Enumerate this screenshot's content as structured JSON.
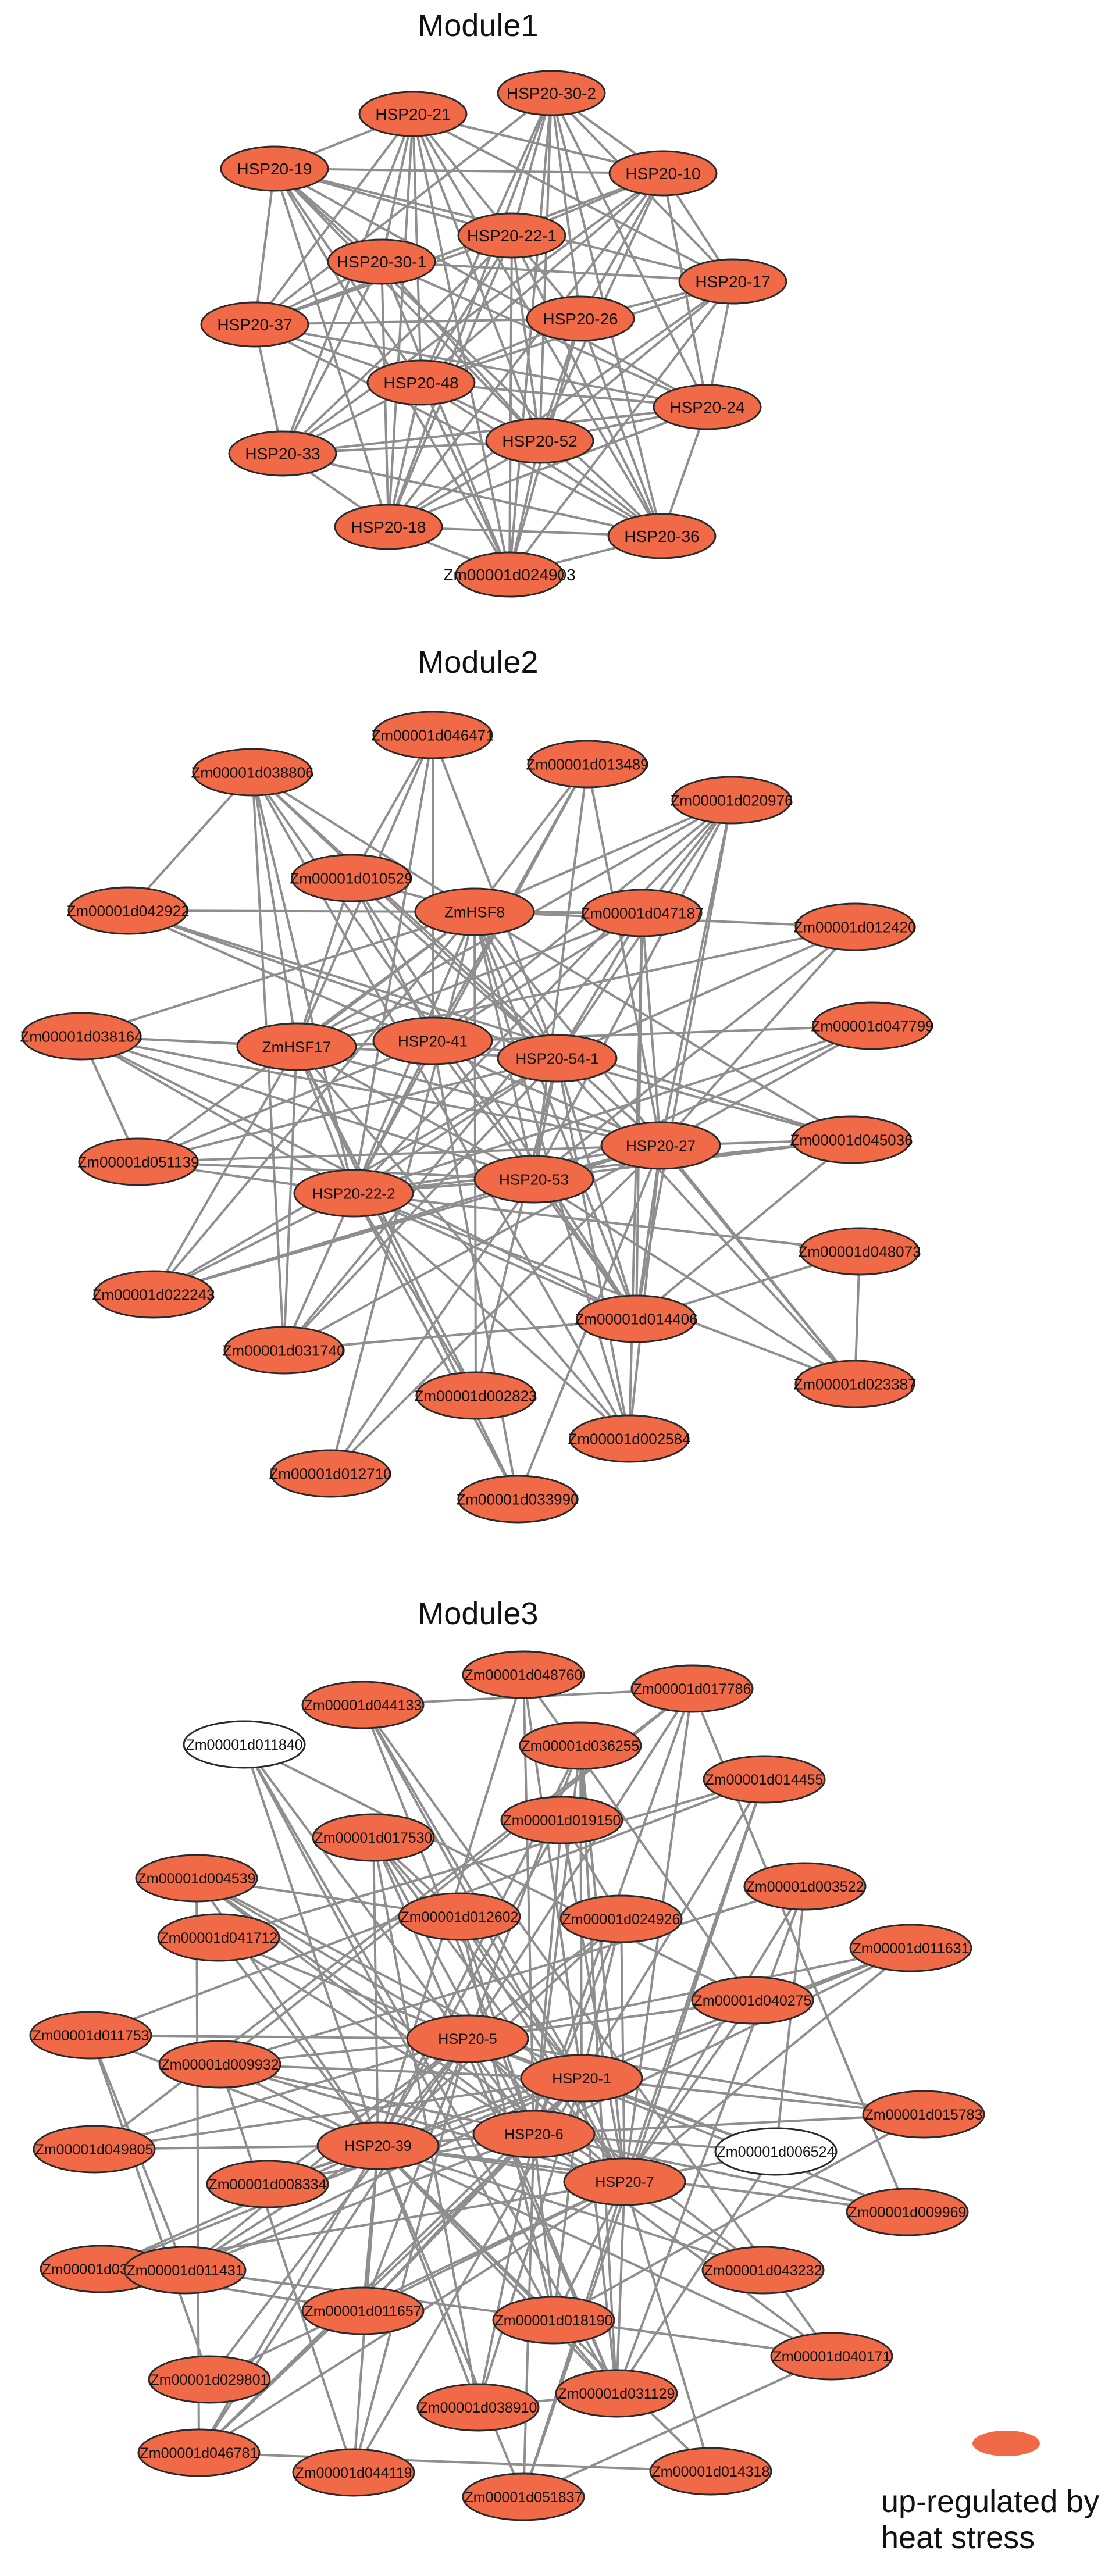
{
  "colors": {
    "up": "#F06A47",
    "none": "#FFFFFF",
    "edge": "#8E8E8E",
    "node_stroke": "#2A2A2A"
  },
  "legend": {
    "label_line1": "up-regulated by",
    "label_line2": "heat stress"
  },
  "modules": [
    {
      "title": "Module1",
      "nodes": [
        {
          "id": "HSP20-30-2",
          "up": true
        },
        {
          "id": "HSP20-21",
          "up": true
        },
        {
          "id": "HSP20-19",
          "up": true
        },
        {
          "id": "HSP20-10",
          "up": true
        },
        {
          "id": "HSP20-22-1",
          "up": true
        },
        {
          "id": "HSP20-30-1",
          "up": true
        },
        {
          "id": "HSP20-17",
          "up": true
        },
        {
          "id": "HSP20-37",
          "up": true
        },
        {
          "id": "HSP20-26",
          "up": true
        },
        {
          "id": "HSP20-48",
          "up": true
        },
        {
          "id": "HSP20-24",
          "up": true
        },
        {
          "id": "HSP20-52",
          "up": true
        },
        {
          "id": "HSP20-33",
          "up": true
        },
        {
          "id": "HSP20-18",
          "up": true
        },
        {
          "id": "HSP20-36",
          "up": true
        },
        {
          "id": "Zm00001d024903",
          "up": true
        }
      ]
    },
    {
      "title": "Module2",
      "nodes": [
        {
          "id": "Zm00001d046471",
          "up": true
        },
        {
          "id": "Zm00001d038806",
          "up": true
        },
        {
          "id": "Zm00001d013489",
          "up": true
        },
        {
          "id": "Zm00001d020976",
          "up": true
        },
        {
          "id": "Zm00001d010529",
          "up": true
        },
        {
          "id": "ZmHSF8",
          "up": true
        },
        {
          "id": "Zm00001d047187",
          "up": true
        },
        {
          "id": "Zm00001d042922",
          "up": true
        },
        {
          "id": "Zm00001d012420",
          "up": true
        },
        {
          "id": "Zm00001d038164",
          "up": true
        },
        {
          "id": "ZmHSF17",
          "up": true
        },
        {
          "id": "HSP20-41",
          "up": true
        },
        {
          "id": "HSP20-54-1",
          "up": true
        },
        {
          "id": "Zm00001d047799",
          "up": true
        },
        {
          "id": "Zm00001d051139",
          "up": true
        },
        {
          "id": "HSP20-27",
          "up": true
        },
        {
          "id": "Zm00001d045036",
          "up": true
        },
        {
          "id": "HSP20-22-2",
          "up": true
        },
        {
          "id": "HSP20-53",
          "up": true
        },
        {
          "id": "Zm00001d048073",
          "up": true
        },
        {
          "id": "Zm00001d022243",
          "up": true
        },
        {
          "id": "Zm00001d014406",
          "up": true
        },
        {
          "id": "Zm00001d031740",
          "up": true
        },
        {
          "id": "Zm00001d002823",
          "up": true
        },
        {
          "id": "Zm00001d023387",
          "up": true
        },
        {
          "id": "Zm00001d002584",
          "up": true
        },
        {
          "id": "Zm00001d012710",
          "up": true
        },
        {
          "id": "Zm00001d033990",
          "up": true
        }
      ]
    },
    {
      "title": "Module3",
      "nodes": [
        {
          "id": "Zm00001d048760",
          "up": true
        },
        {
          "id": "Zm00001d044133",
          "up": true
        },
        {
          "id": "Zm00001d017786",
          "up": true
        },
        {
          "id": "Zm00001d011840",
          "up": false
        },
        {
          "id": "Zm00001d036255",
          "up": true
        },
        {
          "id": "Zm00001d014455",
          "up": true
        },
        {
          "id": "Zm00001d017530",
          "up": true
        },
        {
          "id": "Zm00001d019150",
          "up": true
        },
        {
          "id": "Zm00001d004539",
          "up": true
        },
        {
          "id": "Zm00001d003522",
          "up": true
        },
        {
          "id": "Zm00001d012602",
          "up": true
        },
        {
          "id": "Zm00001d024926",
          "up": true
        },
        {
          "id": "Zm00001d041712",
          "up": true
        },
        {
          "id": "Zm00001d011631",
          "up": true
        },
        {
          "id": "Zm00001d040275",
          "up": true
        },
        {
          "id": "Zm00001d011753",
          "up": true
        },
        {
          "id": "HSP20-5",
          "up": true
        },
        {
          "id": "Zm00001d009932",
          "up": true
        },
        {
          "id": "HSP20-1",
          "up": true
        },
        {
          "id": "Zm00001d015783",
          "up": true
        },
        {
          "id": "Zm00001d049805",
          "up": true
        },
        {
          "id": "HSP20-39",
          "up": true
        },
        {
          "id": "HSP20-6",
          "up": true
        },
        {
          "id": "Zm00001d006524",
          "up": false
        },
        {
          "id": "HSP20-7",
          "up": true
        },
        {
          "id": "Zm00001d008334",
          "up": true
        },
        {
          "id": "Zm00001d009969",
          "up": true
        },
        {
          "id": "Zm00001d039240",
          "up": true
        },
        {
          "id": "Zm00001d011431",
          "up": true
        },
        {
          "id": "Zm00001d043232",
          "up": true
        },
        {
          "id": "Zm00001d011657",
          "up": true
        },
        {
          "id": "Zm00001d018190",
          "up": true
        },
        {
          "id": "Zm00001d029801",
          "up": true
        },
        {
          "id": "Zm00001d040171",
          "up": true
        },
        {
          "id": "Zm00001d038910",
          "up": true
        },
        {
          "id": "Zm00001d031129",
          "up": true
        },
        {
          "id": "Zm00001d046781",
          "up": true
        },
        {
          "id": "Zm00001d044119",
          "up": true
        },
        {
          "id": "Zm00001d014318",
          "up": true
        },
        {
          "id": "Zm00001d051837",
          "up": true
        }
      ]
    }
  ]
}
